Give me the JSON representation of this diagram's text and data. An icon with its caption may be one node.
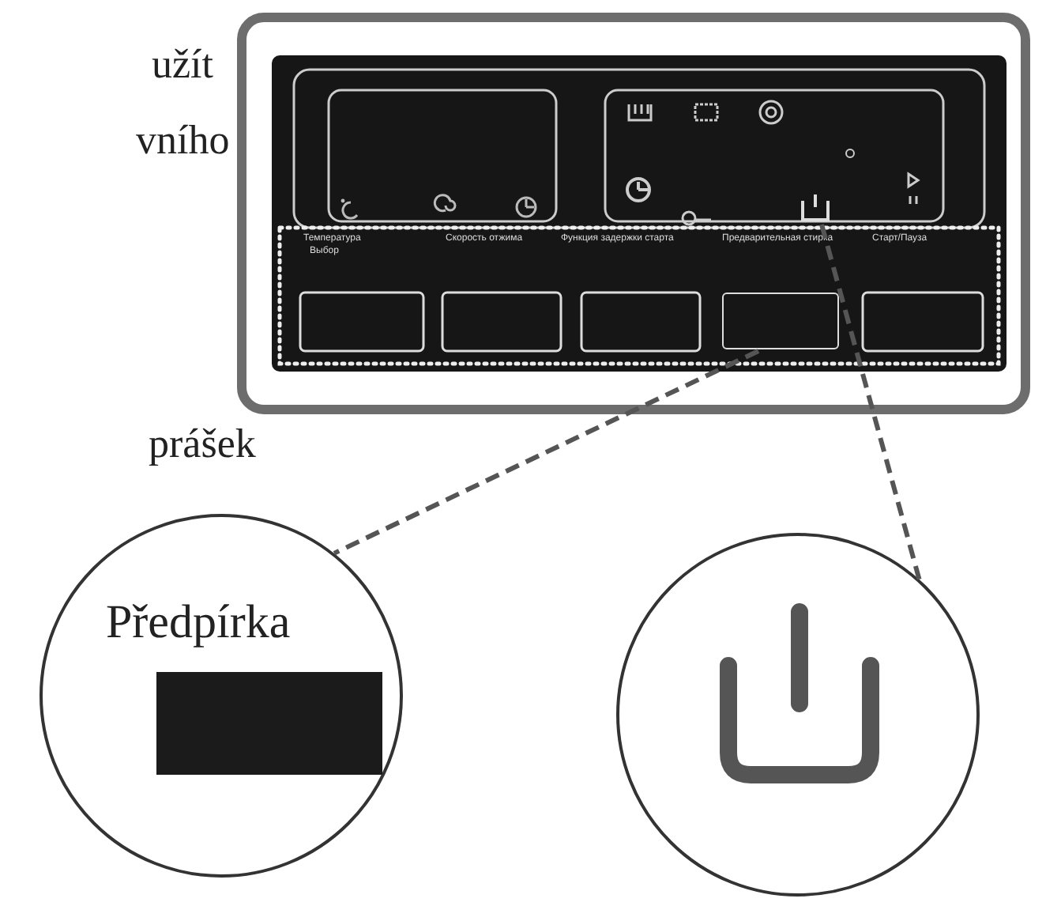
{
  "diagram": {
    "nodes": [
      {
        "text": [
          "Předpírka"
        ]
      },
      {
        "text": [],
        "shape": "circle"
      },
      {
        "text": [],
        "shape": "box"
      },
      {
        "text": [],
        "shape": "icon"
      }
    ],
    "edges": [
      {
        "from": 2,
        "to": 0,
        "arrow": "none",
        "style": "dashed"
      },
      {
        "from": 3,
        "to": 1,
        "arrow": "none",
        "style": "dashed"
      }
    ],
    "labels": [
      "užít",
      "vního",
      "prášek",
      "Температура",
      "Выбор",
      "Скорость отжима",
      "Функция задержки старта",
      "Предварительная стирка",
      "Старт/Пауза"
    ]
  }
}
